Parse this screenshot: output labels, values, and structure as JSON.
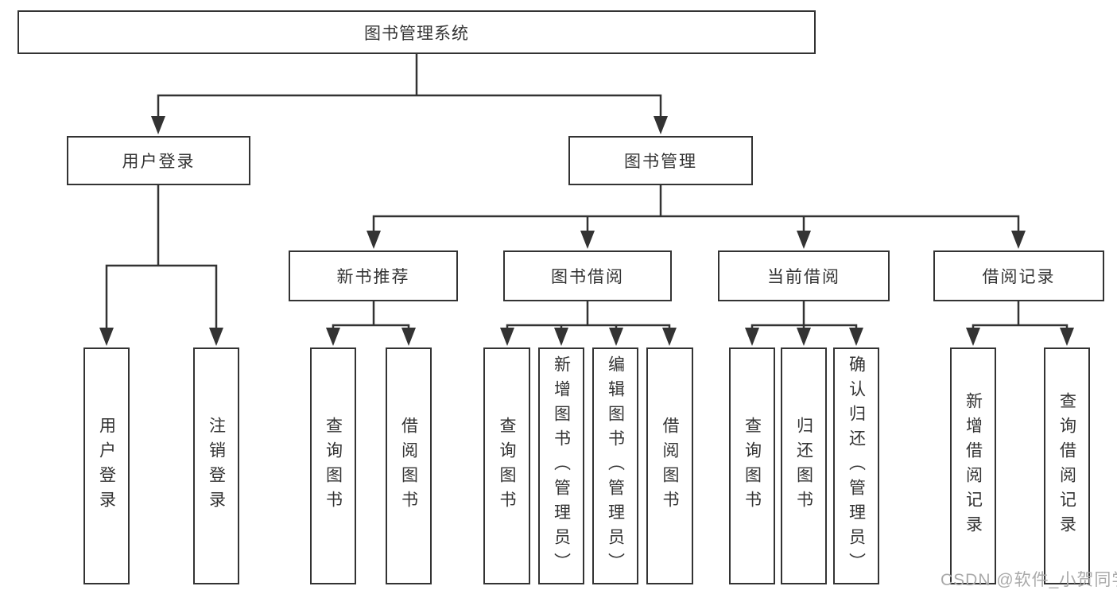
{
  "tree": {
    "label": "图书管理系统",
    "children": [
      {
        "label": "用户登录",
        "children": [
          {
            "label": "用户登录"
          },
          {
            "label": "注销登录"
          }
        ]
      },
      {
        "label": "图书管理",
        "children": [
          {
            "label": "新书推荐",
            "children": [
              {
                "label": "查询图书"
              },
              {
                "label": "借阅图书"
              }
            ]
          },
          {
            "label": "图书借阅",
            "children": [
              {
                "label": "查询图书"
              },
              {
                "label": "新增图书（管理员）"
              },
              {
                "label": "编辑图书（管理员）"
              },
              {
                "label": "借阅图书"
              }
            ]
          },
          {
            "label": "当前借阅",
            "children": [
              {
                "label": "查询图书"
              },
              {
                "label": "归还图书"
              },
              {
                "label": "确认归还（管理员）"
              }
            ]
          },
          {
            "label": "借阅记录",
            "children": [
              {
                "label": "新增借阅记录"
              },
              {
                "label": "查询借阅记录"
              }
            ]
          }
        ]
      }
    ]
  },
  "watermark": "CSDN @软件_小贺同学",
  "colors": {
    "line": "#333333",
    "text": "#333333",
    "background": "#ffffff",
    "watermark": "#aaaaaa"
  }
}
